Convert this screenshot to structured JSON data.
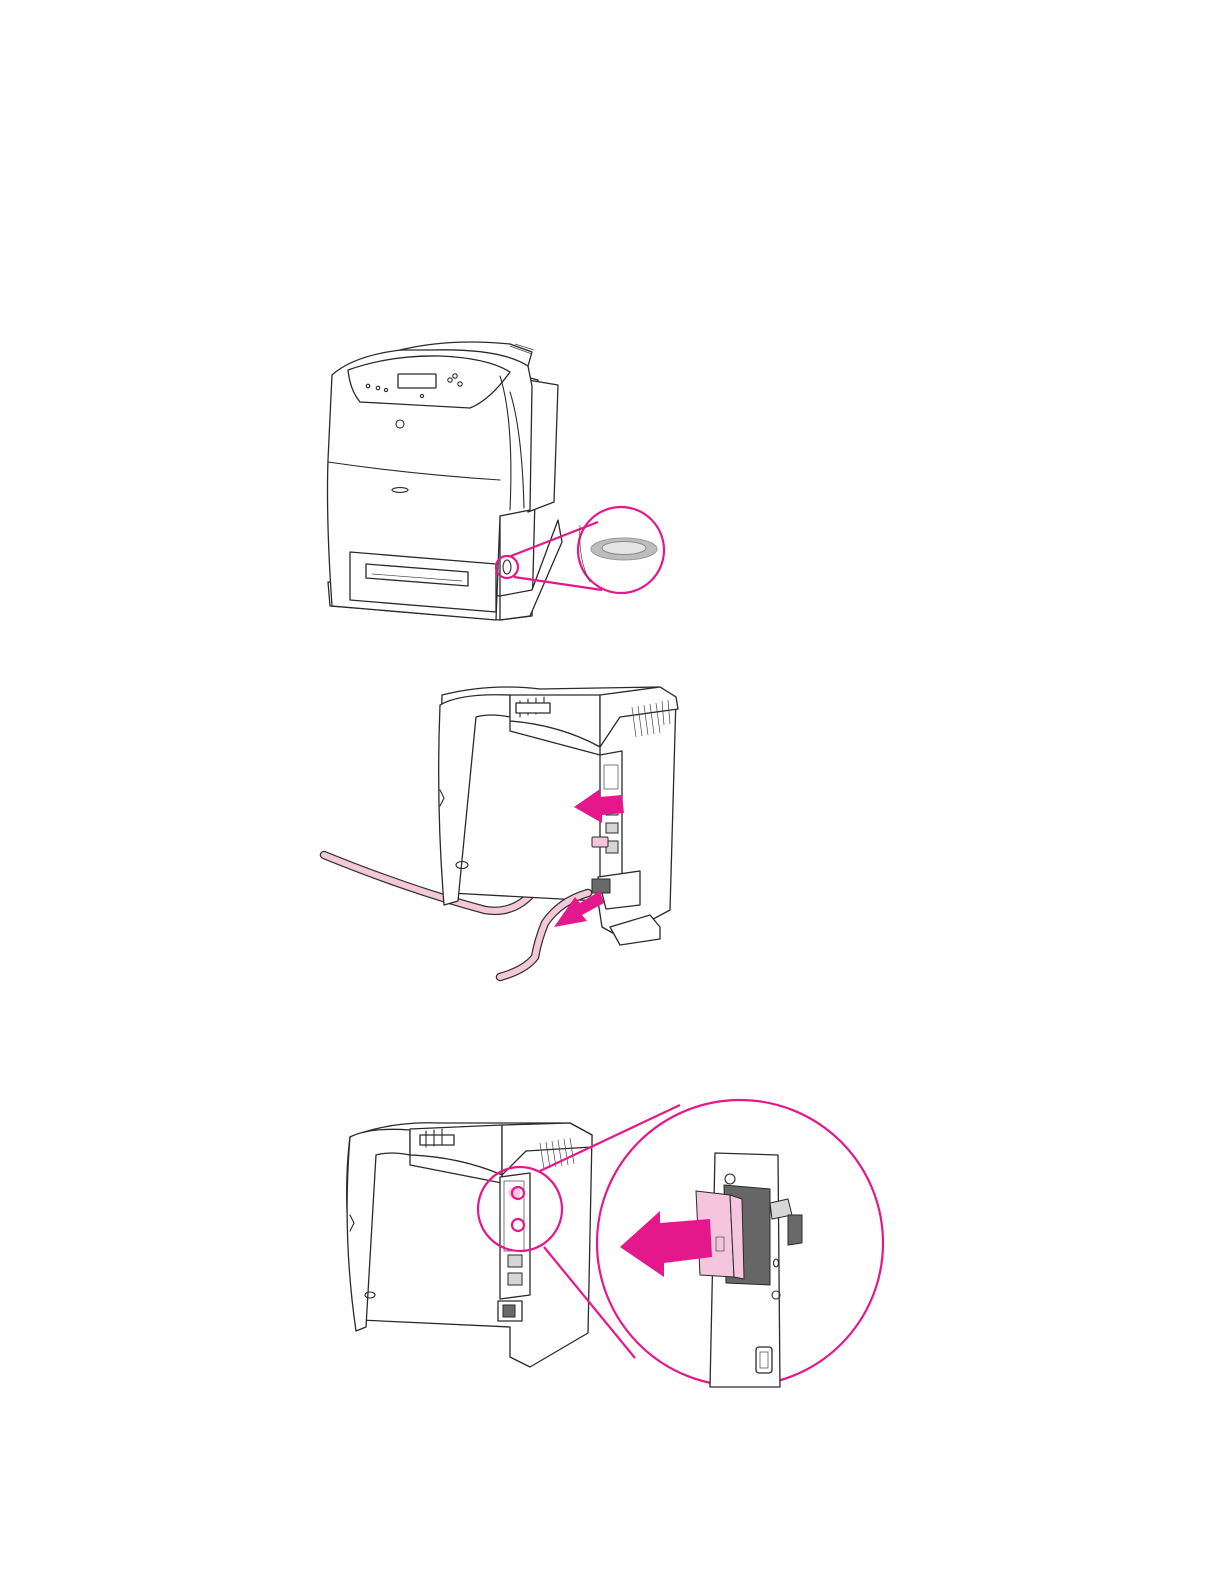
{
  "page": {
    "title": "",
    "steps": []
  },
  "figures": [
    {
      "id": "fig-power-switch",
      "icon": "printer-front-power-switch-callout"
    },
    {
      "id": "fig-unplug-cables",
      "icon": "printer-back-cables-arrows"
    },
    {
      "id": "fig-remove-formatter",
      "icon": "printer-back-formatter-callout"
    }
  ],
  "colors": {
    "accent": "#e4188b",
    "cable": "#f3c8d8",
    "highlight_part": "#f4c5dc",
    "line": "#2a2a2a",
    "background": "#ffffff"
  }
}
